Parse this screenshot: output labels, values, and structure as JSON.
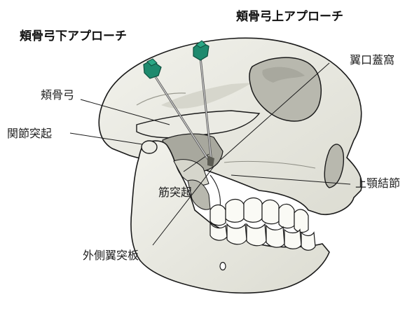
{
  "labels": {
    "suprazygomatic": "頬骨弓上アプローチ",
    "infrazygomatic": "頬骨弓下アプローチ",
    "pterygopalatine_fossa": "翼口蓋窩",
    "zygomatic_arch": "頬骨弓",
    "condylar_process": "関節突起",
    "maxillary_tuberosity": "上顎結節",
    "coronoid_process": "筋突起",
    "lateral_pterygoid_plate": "外側翼突板"
  },
  "colors": {
    "bone": "#ebebe4",
    "bone_shadow": "#d6d6cc",
    "dark_shadow": "#b8b8ae",
    "outline": "#1a1a1a",
    "needle_hub": "#1e8a6e",
    "tooth": "#fafaf5"
  },
  "icons": {
    "needle": "needle-icon"
  }
}
